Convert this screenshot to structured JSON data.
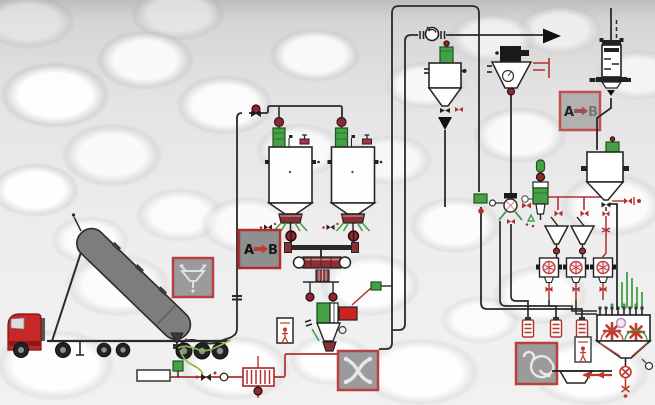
{
  "diagram": {
    "type": "pneumatic-conveying-process-flow",
    "labels": {
      "route_box_1": {
        "from": "A",
        "to": "B",
        "arrow": "right-arrow"
      },
      "route_box_2": {
        "from": "A",
        "to": "B",
        "arrow": "right-arrow"
      }
    },
    "icons": [
      {
        "name": "funnel-icon",
        "shape": "funnel-with-two-inlets"
      },
      {
        "name": "crossover-pipes-icon",
        "shape": "two-crossing-tubes"
      },
      {
        "name": "spiral-icon",
        "shape": "double-spiral"
      },
      {
        "name": "operator-icon-1",
        "shape": "person-figure"
      },
      {
        "name": "operator-icon-2",
        "shape": "person-figure"
      }
    ],
    "colors": {
      "pipe_dark": "#2a2a2a",
      "pipe_red": "#b03030",
      "equipment_green": "#45a047",
      "valve_dark_red": "#8a2a30",
      "icon_box_fill": "#9b9b9b",
      "icon_box_border": "#b74040",
      "truck_cab_red": "#c62828",
      "tank_gray": "#7d7d7d"
    }
  }
}
